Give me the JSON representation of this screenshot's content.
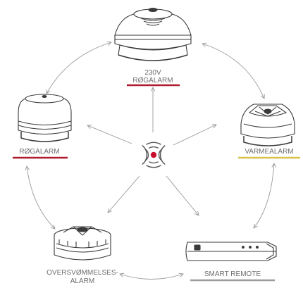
{
  "colors": {
    "line": "#9a9a9a",
    "device_stroke": "#3a3a3a",
    "label_text": "#6e6e6e",
    "smoke_underline": "#b01c2e",
    "heat_underline": "#d9c24a",
    "remote_underline": "#9c9c9c",
    "center_dot": "#c8102e",
    "center_waves": "#555555"
  },
  "nodes": {
    "top": {
      "line1": "230V",
      "line2": "RØGALARM",
      "icon": "mains-smoke-alarm-icon"
    },
    "left": {
      "label": "RØGALARM",
      "icon": "smoke-alarm-icon"
    },
    "right": {
      "label": "VARMEALARM",
      "icon": "heat-alarm-icon"
    },
    "bottom_left": {
      "line1": "OVERSVØMMELSES-",
      "line2": "ALARM",
      "icon": "flood-alarm-icon"
    },
    "bottom_right": {
      "label": "SMART REMOTE",
      "icon": "smart-remote-icon"
    }
  },
  "center": {
    "icon": "wireless-signal-icon"
  }
}
